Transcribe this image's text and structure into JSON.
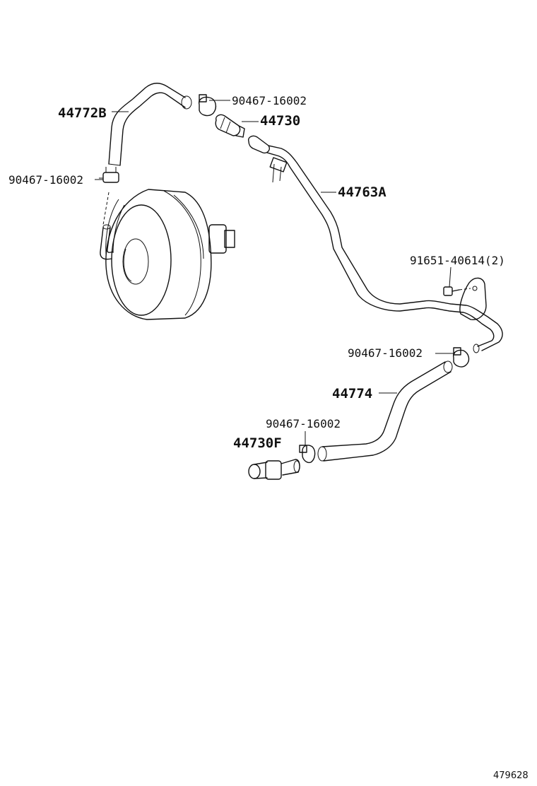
{
  "labels": {
    "hose_upper": "44772B",
    "clip_top": "90467-16002",
    "check_valve": "44730",
    "clip_left": "90467-16002",
    "pipe": "44763A",
    "bolt": "91651-40614(2)",
    "clip_mid": "90467-16002",
    "hose_lower": "44774",
    "clip_bottom": "90467-16002",
    "union": "44730F"
  },
  "reference_number": "479628",
  "colors": {
    "line": "#111111",
    "background": "#ffffff"
  }
}
